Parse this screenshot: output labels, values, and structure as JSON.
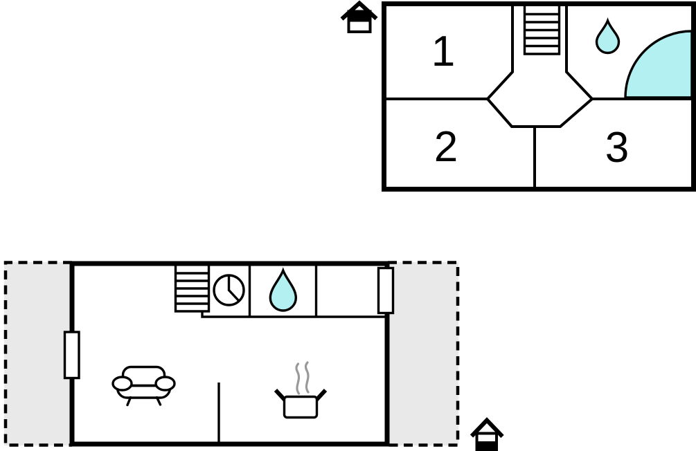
{
  "colors": {
    "line": "#000000",
    "water": "#b2f0f2",
    "terrace": "#e9e9e9",
    "steam": "#999999",
    "background": "#ffffff"
  },
  "upper_floor": {
    "rooms": [
      {
        "label": "1"
      },
      {
        "label": "2"
      },
      {
        "label": "3"
      }
    ],
    "icons": [
      "staircase-icon",
      "water-drop-icon",
      "corner-bathtub"
    ],
    "storey_indicator": "upper-storey-highlighted"
  },
  "ground_floor": {
    "icons": [
      "staircase-icon",
      "clock-icon",
      "water-drop-icon",
      "sofa-icon",
      "cooking-pot-icon"
    ],
    "windows": [
      "left-wall-window",
      "top-right-wall-window"
    ],
    "terraces": [
      "left-terrace",
      "right-terrace"
    ],
    "storey_indicator": "ground-storey-highlighted"
  }
}
